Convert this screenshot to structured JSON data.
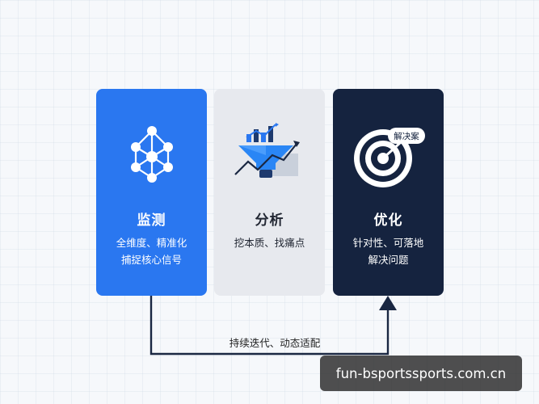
{
  "cards": [
    {
      "title": "监测",
      "desc_lines": [
        "全维度、精准化",
        "捕捉核心信号"
      ],
      "icon": "network-graph-icon"
    },
    {
      "title": "分析",
      "desc_lines": [
        "挖本质、找痛点"
      ],
      "icon": "funnel-chart-icon"
    },
    {
      "title": "优化",
      "desc_lines": [
        "针对性、可落地",
        "解决问题"
      ],
      "icon": "target-icon",
      "badge": "解决案"
    }
  ],
  "loop": {
    "label": "持续迭代、动态适配"
  },
  "watermark": "fun-bsportssports.com.cn",
  "colors": {
    "card_blue": "#2a77f0",
    "card_gray": "#e7e9ee",
    "card_navy": "#15233f",
    "arrow": "#1a2742"
  }
}
